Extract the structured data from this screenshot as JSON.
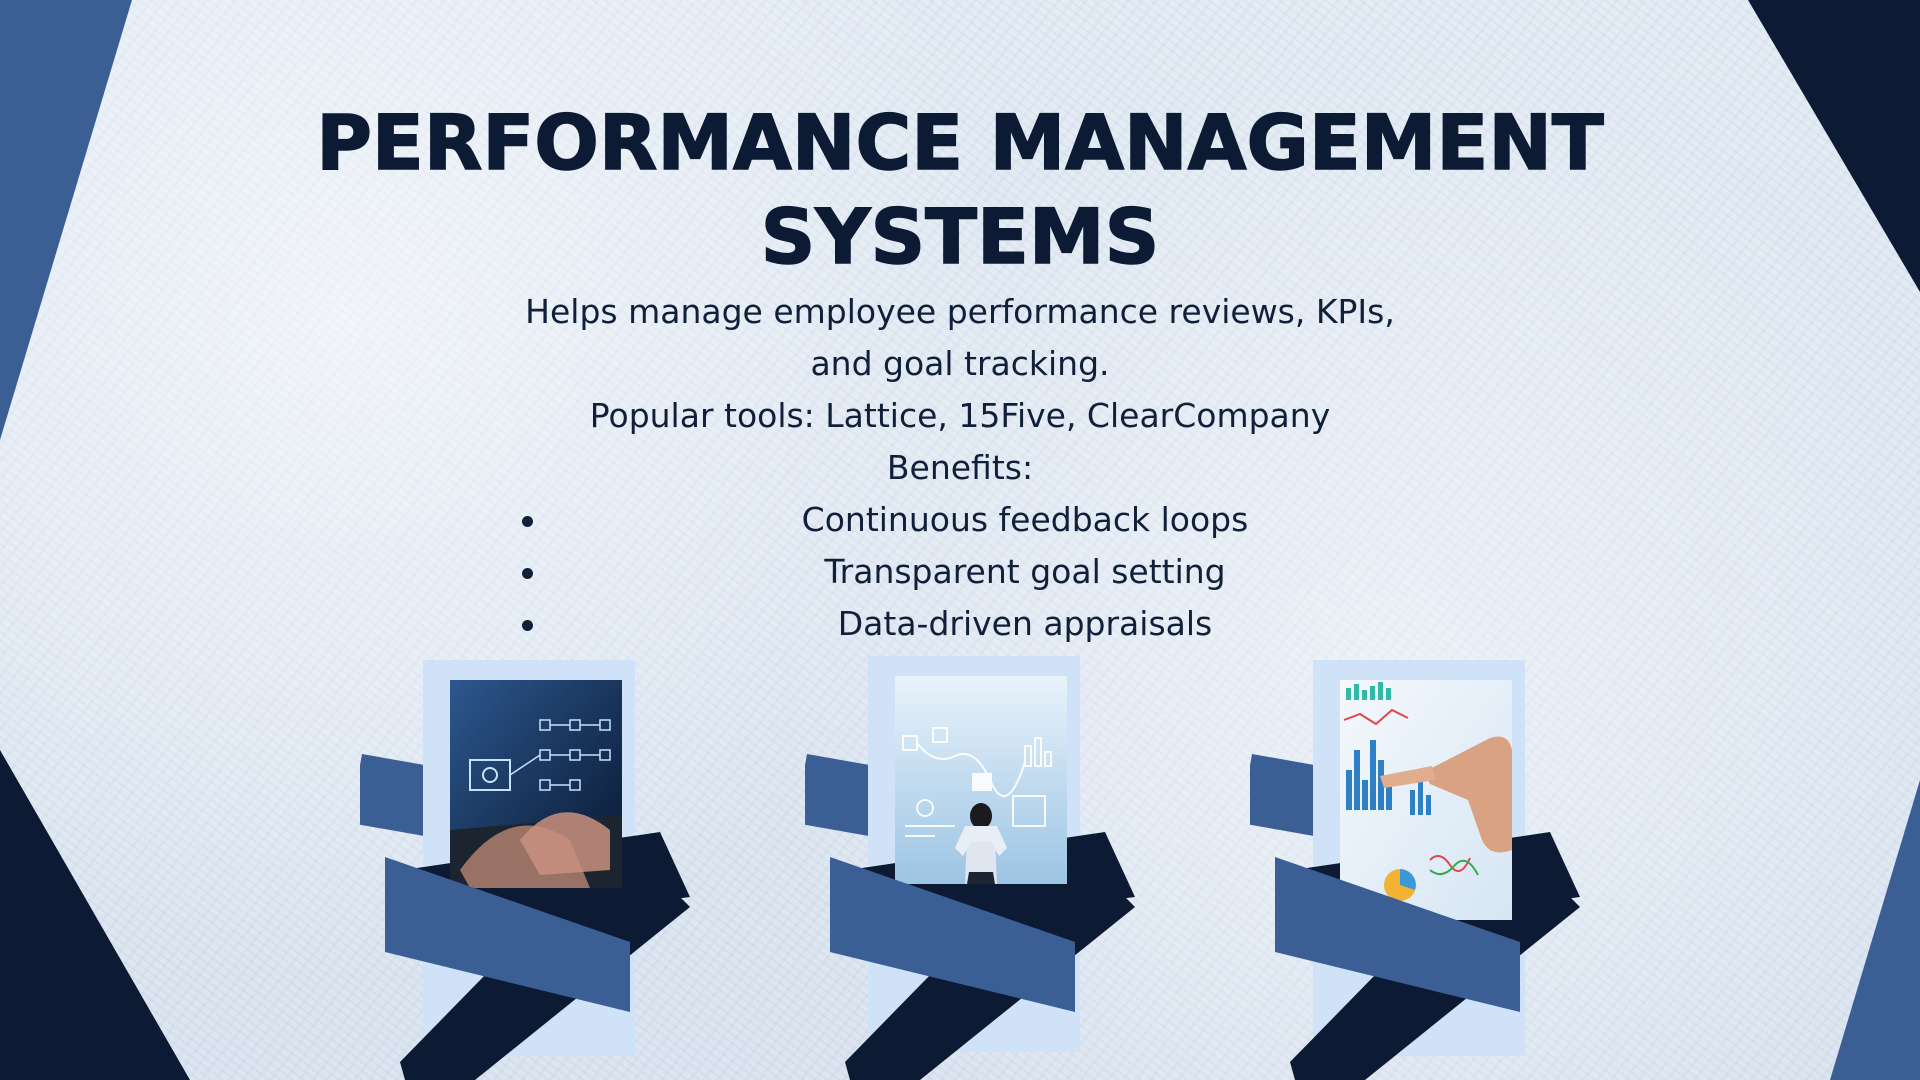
{
  "slide": {
    "title": "PERFORMANCE MANAGEMENT\nSYSTEMS",
    "description_line": "Helps manage employee performance reviews, KPIs, and goal tracking.",
    "tools_line": "Popular tools: Lattice, 15Five, ClearCompany",
    "benefits_heading": "Benefits:",
    "benefits": [
      "Continuous feedback loops",
      "Transparent goal setting",
      "Data-driven appraisals"
    ],
    "images": [
      {
        "subject": "hands typing on laptop with digital workflow icons"
      },
      {
        "subject": "businessman facing holographic charts and flow diagram"
      },
      {
        "subject": "finger pointing at printed bar and line charts"
      }
    ]
  },
  "colors": {
    "navy": "#0c1a33",
    "mid_blue": "#3b5f95",
    "pale_blue": "#cfe2f7",
    "background": "#dde7f2",
    "text": "#11203a"
  }
}
